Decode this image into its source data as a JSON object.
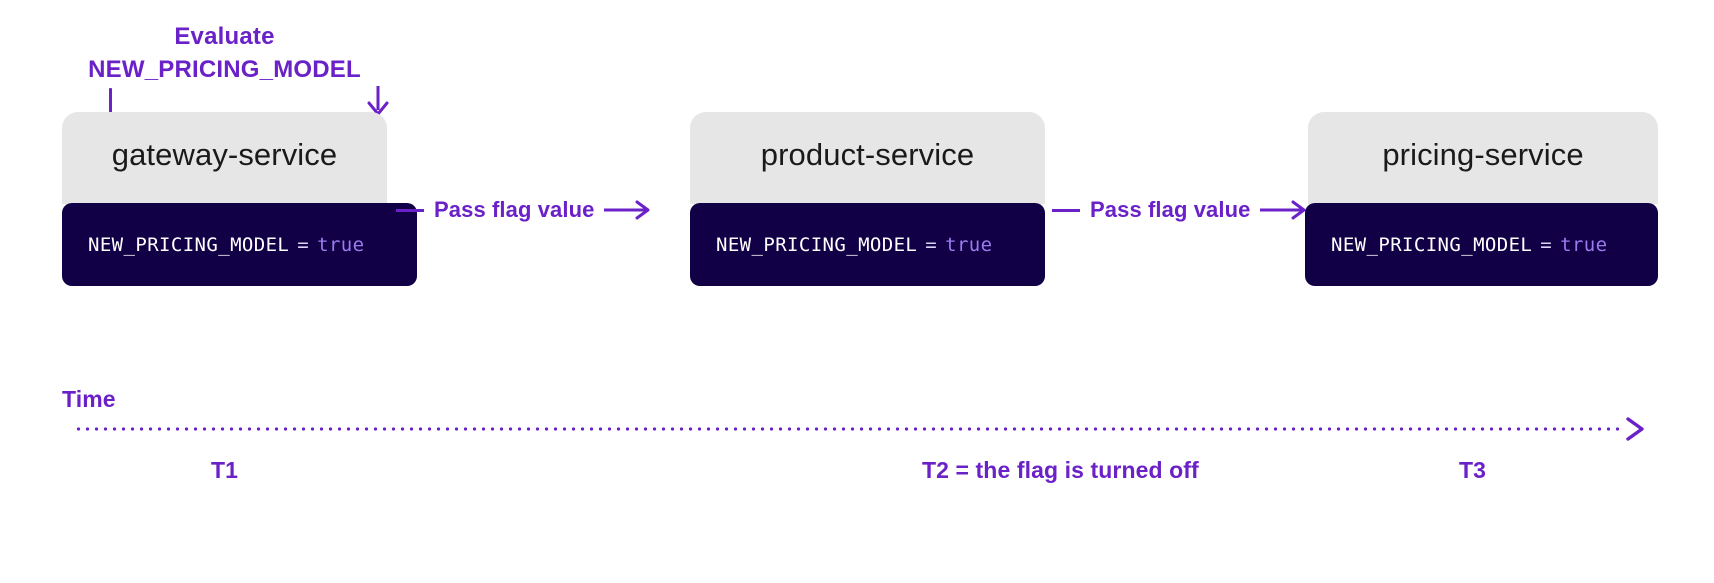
{
  "annotation": {
    "line1": "Evaluate",
    "line2": "NEW_PRICING_MODEL",
    "tick_icon": "vertical-tick-icon",
    "arrow_icon": "arrow-down-icon",
    "color": "#6b21c8"
  },
  "theme": {
    "accent_purple": "#6b21c8",
    "card_header_bg": "#e6e6e6",
    "code_block_bg": "#120047",
    "code_value_color": "#9b7bf0",
    "page_bg": "#ffffff"
  },
  "services": [
    {
      "id": "gateway-service",
      "title": "gateway-service",
      "flag_name": "NEW_PRICING_MODEL",
      "operator": "=",
      "flag_value": "true"
    },
    {
      "id": "product-service",
      "title": "product-service",
      "flag_name": "NEW_PRICING_MODEL",
      "operator": "=",
      "flag_value": "true"
    },
    {
      "id": "pricing-service",
      "title": "pricing-service",
      "flag_name": "NEW_PRICING_MODEL",
      "operator": "=",
      "flag_value": "true"
    }
  ],
  "connectors": [
    {
      "label": "Pass flag value",
      "arrow_icon": "arrow-right-icon"
    },
    {
      "label": "Pass flag value",
      "arrow_icon": "arrow-right-icon"
    }
  ],
  "timeline": {
    "label": "Time",
    "arrow_icon": "arrow-right-icon",
    "ticks": [
      {
        "id": "t1",
        "label": "T1"
      },
      {
        "id": "t2",
        "label": "T2 = the flag is turned off"
      },
      {
        "id": "t3",
        "label": "T3"
      }
    ]
  }
}
